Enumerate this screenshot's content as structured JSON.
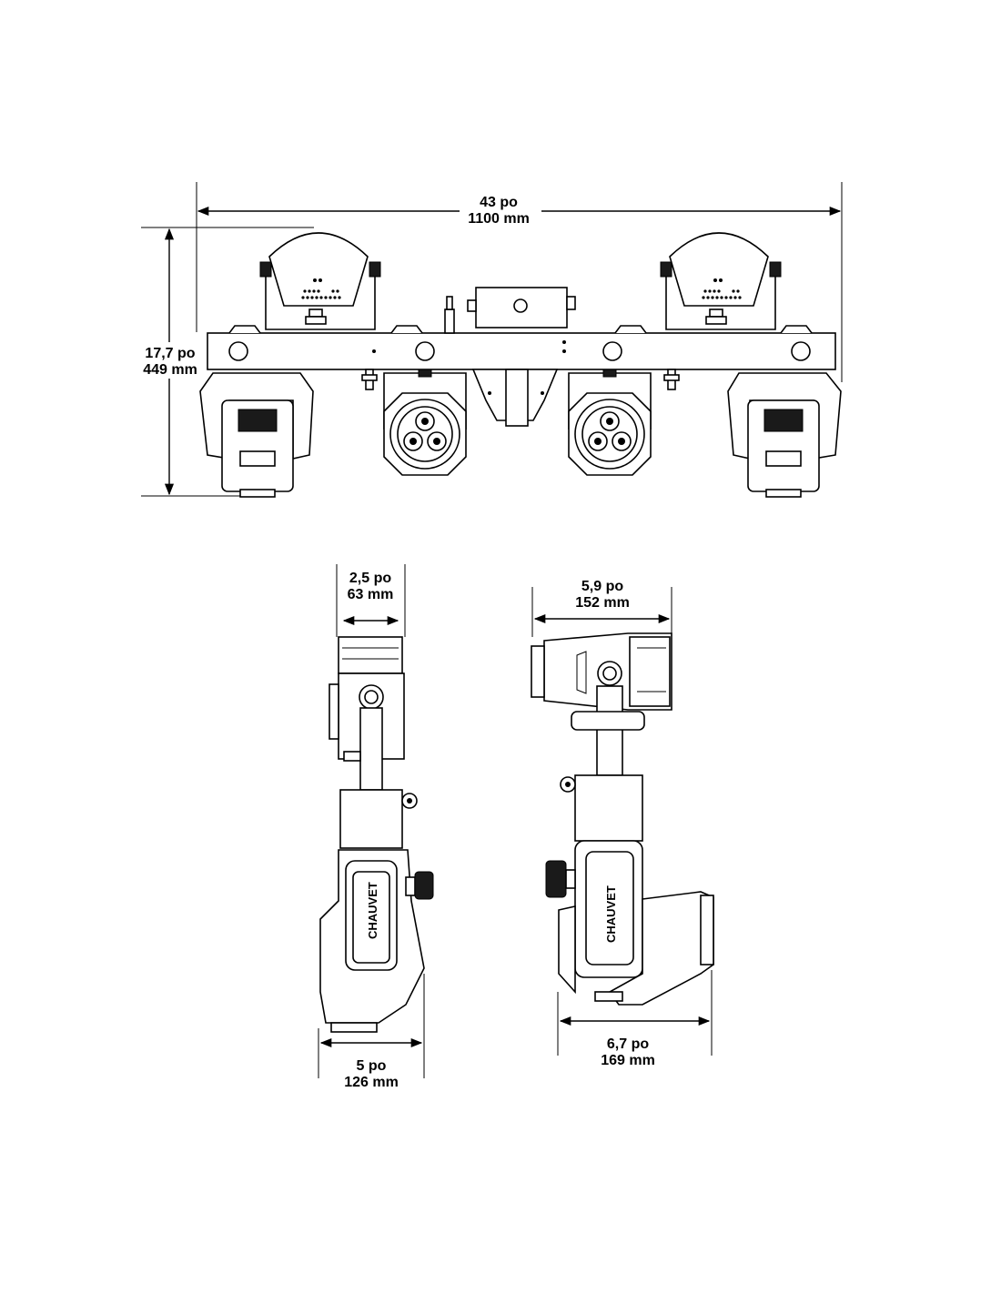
{
  "dimensions": {
    "overall_width": {
      "imperial": "43 po",
      "metric": "1100 mm"
    },
    "overall_height": {
      "imperial": "17,7 po",
      "metric": "449 mm"
    },
    "side_top_width": {
      "imperial": "2,5 po",
      "metric": "63 mm"
    },
    "side_base_width": {
      "imperial": "5 po",
      "metric": "126 mm"
    },
    "rot_top_width": {
      "imperial": "5,9 po",
      "metric": "152 mm"
    },
    "rot_base_width": {
      "imperial": "6,7 po",
      "metric": "169 mm"
    }
  },
  "brand": "CHAUVET"
}
